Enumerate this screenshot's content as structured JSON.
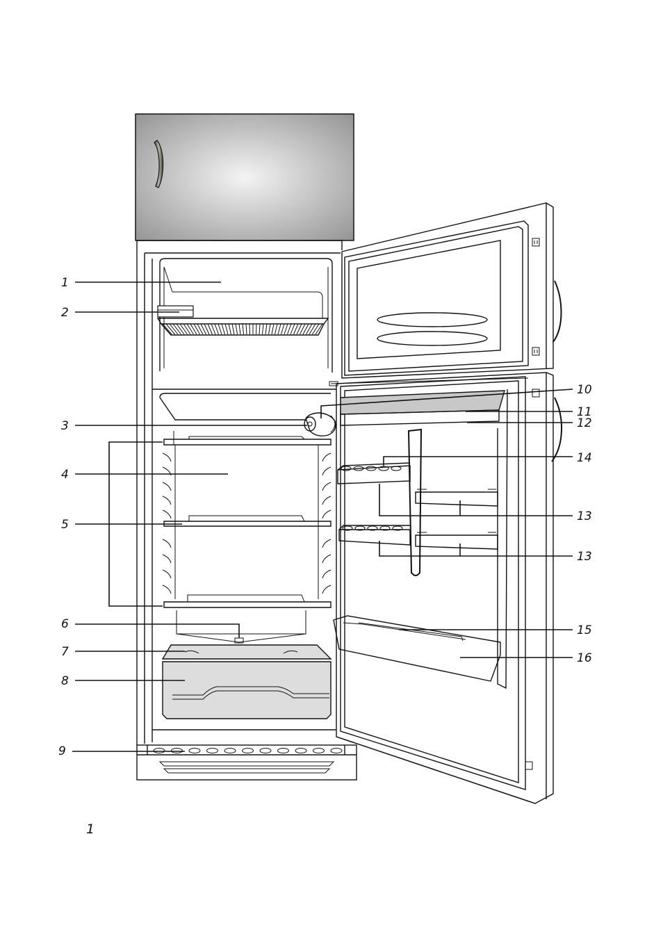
{
  "figure": {
    "number": "1",
    "callouts": [
      {
        "id": "c1",
        "label": "1"
      },
      {
        "id": "c2",
        "label": "2"
      },
      {
        "id": "c3",
        "label": "3"
      },
      {
        "id": "c4",
        "label": "4"
      },
      {
        "id": "c5",
        "label": "5"
      },
      {
        "id": "c6",
        "label": "6"
      },
      {
        "id": "c7",
        "label": "7"
      },
      {
        "id": "c8",
        "label": "8"
      },
      {
        "id": "c9",
        "label": "9"
      },
      {
        "id": "c10",
        "label": "10"
      },
      {
        "id": "c11",
        "label": "11"
      },
      {
        "id": "c12",
        "label": "12"
      },
      {
        "id": "c14",
        "label": "14"
      },
      {
        "id": "c13a",
        "label": "13"
      },
      {
        "id": "c13b",
        "label": "13"
      },
      {
        "id": "c15",
        "label": "15"
      },
      {
        "id": "c16",
        "label": "16"
      }
    ]
  },
  "colors": {
    "line": "#111111",
    "door_gradient_center": "#f2f2f2",
    "door_gradient_edge": "#8a8a8a",
    "bar_fill": "#c8c8c8",
    "crisper_fill": "#dddddd"
  }
}
